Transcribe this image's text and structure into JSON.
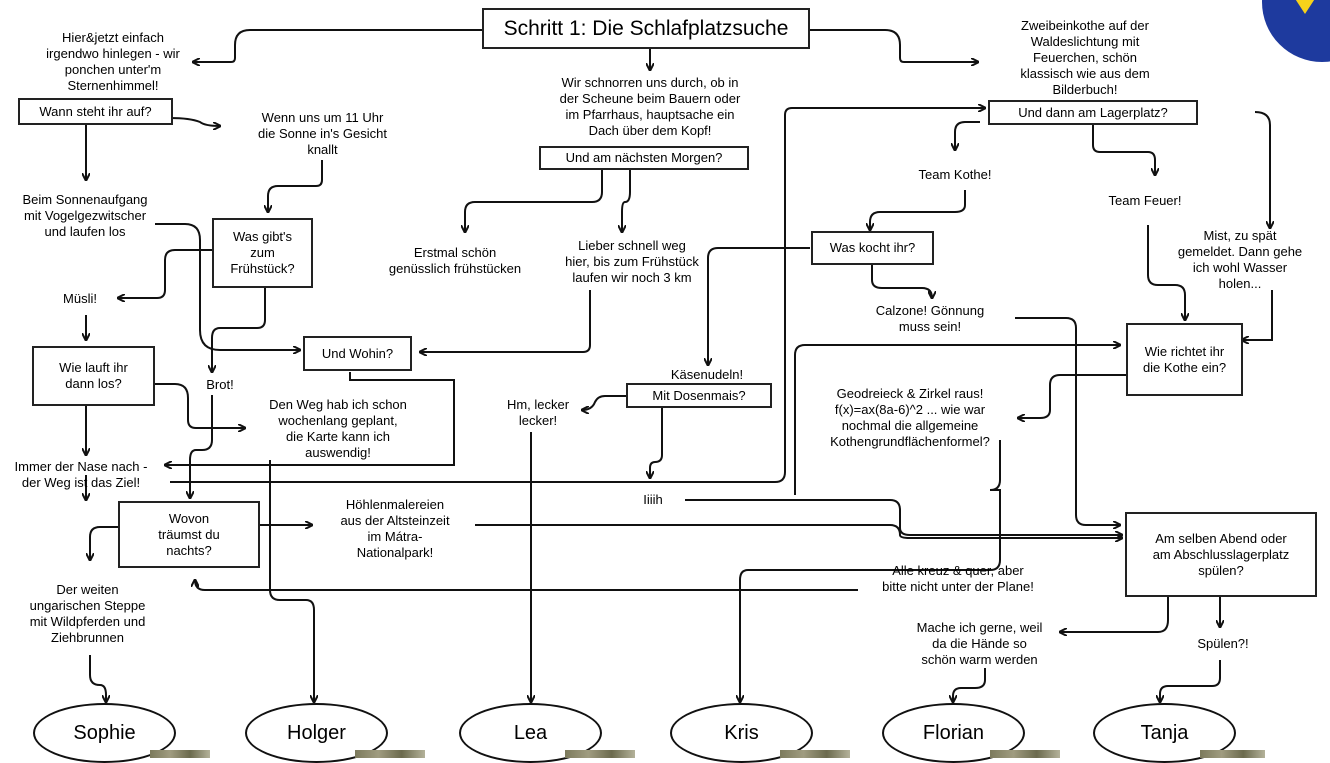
{
  "title": "Schritt 1: Die Schlafplatzsuche",
  "texts": {
    "hier_jetzt": "Hier&jetzt einfach\nirgendwo hinlegen - wir\nponchen unter'm\nSternenhimmel!",
    "wann_steht": "Wann steht ihr auf?",
    "wenn_11": "Wenn uns um 11 Uhr\ndie Sonne in's Gesicht\nknallt",
    "beim_sonnen": "Beim Sonnenaufgang\nmit Vogelgezwitscher\nund laufen los",
    "was_gibts": "Was gibt's\nzum\nFrühstück?",
    "muesli": "Müsli!",
    "wie_lauft": "Wie lauft ihr\ndann los?",
    "brot": "Brot!",
    "und_wohin": "Und Wohin?",
    "den_weg": "Den Weg hab ich schon\nwochenlang geplant,\ndie Karte kann ich\nauswendig!",
    "immer_nase": "Immer der Nase nach -\nder Weg ist das Ziel!",
    "wovon": "Wovon\nträumst du\nnachts?",
    "hoehlen": "Höhlenmalereien\naus der Altsteinzeit\nim Mátra-\nNationalpark!",
    "steppe": "Der weiten\nungarischen Steppe\nmit Wildpferden und\nZiehbrunnen",
    "schnorren": "Wir schnorren uns durch, ob in\nder Scheune beim Bauern oder\nim Pfarrhaus, hauptsache ein\nDach über dem Kopf!",
    "naechsten": "Und am nächsten Morgen?",
    "erstmal": "Erstmal schön\ngenüsslich frühstücken",
    "lieber": "Lieber schnell weg\nhier, bis zum Frühstück\nlaufen wir noch 3 km",
    "kaesenudeln": "Käsenudeln!",
    "dosenmais": "Mit Dosenmais?",
    "hm_lecker": "Hm, lecker\nlecker!",
    "iiiih": "Iiiih",
    "zweibein": "Zweibeinkothe auf der\nWaldeslichtung mit\nFeuerchen, schön\nklassisch wie aus dem\nBilderbuch!",
    "lagerplatz": "Und dann am Lagerplatz?",
    "team_kothe": "Team Kothe!",
    "team_feuer": "Team Feuer!",
    "mist": "Mist, zu spät\ngemeldet. Dann gehe\nich wohl Wasser\nholen...",
    "was_kocht": "Was kocht ihr?",
    "calzone": "Calzone! Gönnung\nmuss sein!",
    "wie_richtet": "Wie richtet ihr\ndie Kothe ein?",
    "geodreieck": "Geodreieck & Zirkel raus!\nf(x)=ax(8a-6)^2 ... wie war\nnochmal die allgemeine\nKothengrundflächenformel?",
    "am_selben": "Am selben Abend oder\nam Abschlusslagerplatz\nspülen?",
    "alle_kreuz": "Alle kreuz & quer, aber\nbitte nicht unter der Plane!",
    "mache": "Mache ich gerne, weil\nda die Hände so\nschön warm werden",
    "spuelen": "Spülen?!"
  },
  "results": [
    "Sophie",
    "Holger",
    "Lea",
    "Kris",
    "Florian",
    "Tanja"
  ],
  "colors": {
    "line": "#111111",
    "logo_blue": "#1e3a9e",
    "logo_yellow": "#f6d21a"
  }
}
